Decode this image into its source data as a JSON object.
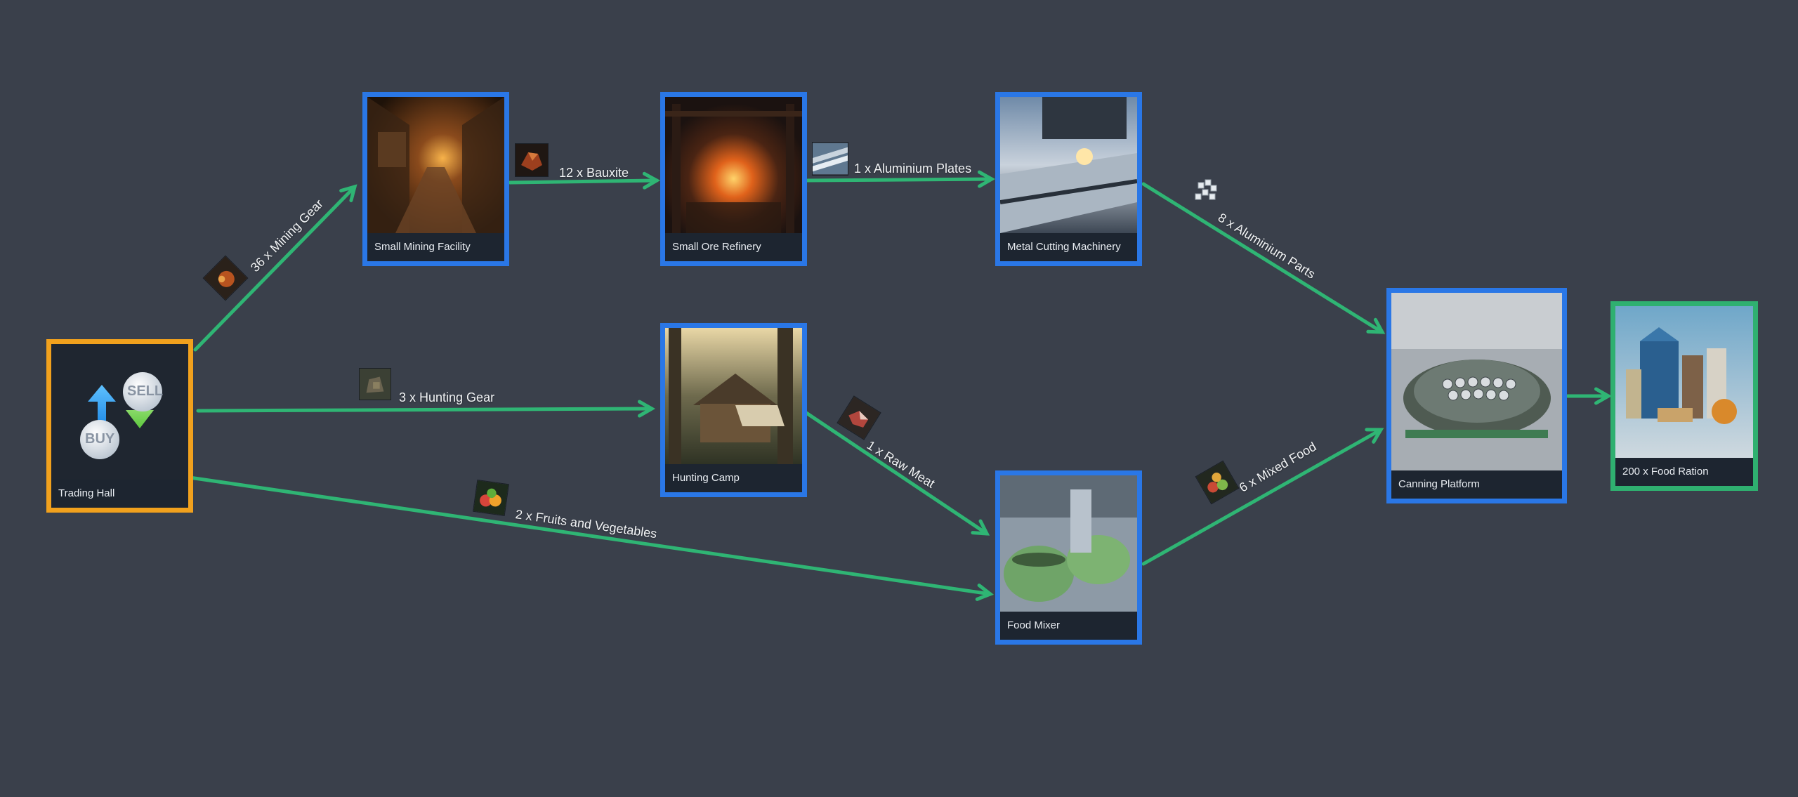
{
  "nodes": {
    "trading_hall": {
      "label": "Trading Hall",
      "buy": "BUY",
      "sell": "SELL"
    },
    "mining": {
      "label": "Small Mining Facility"
    },
    "refinery": {
      "label": "Small Ore Refinery"
    },
    "cutting": {
      "label": "Metal Cutting Machinery"
    },
    "hunting": {
      "label": "Hunting Camp"
    },
    "mixer": {
      "label": "Food Mixer"
    },
    "canning": {
      "label": "Canning Platform"
    },
    "output": {
      "label": "200 x Food Ration"
    }
  },
  "edges": {
    "mining_gear": "36 x Mining Gear",
    "bauxite": "12 x Bauxite",
    "al_plates": "1 x Aluminium Plates",
    "al_parts": "8 x Aluminium Parts",
    "hunting_gear": "3 x Hunting Gear",
    "raw_meat": "1 x Raw Meat",
    "fruits_veg": "2 x Fruits and Vegetables",
    "mixed_food": "6 x Mixed Food"
  },
  "colors": {
    "background": "#3a404b",
    "link": "#2fb574",
    "producer_border": "#2a77e6",
    "source_border": "#f1a11d",
    "output_border": "#2fb070"
  }
}
